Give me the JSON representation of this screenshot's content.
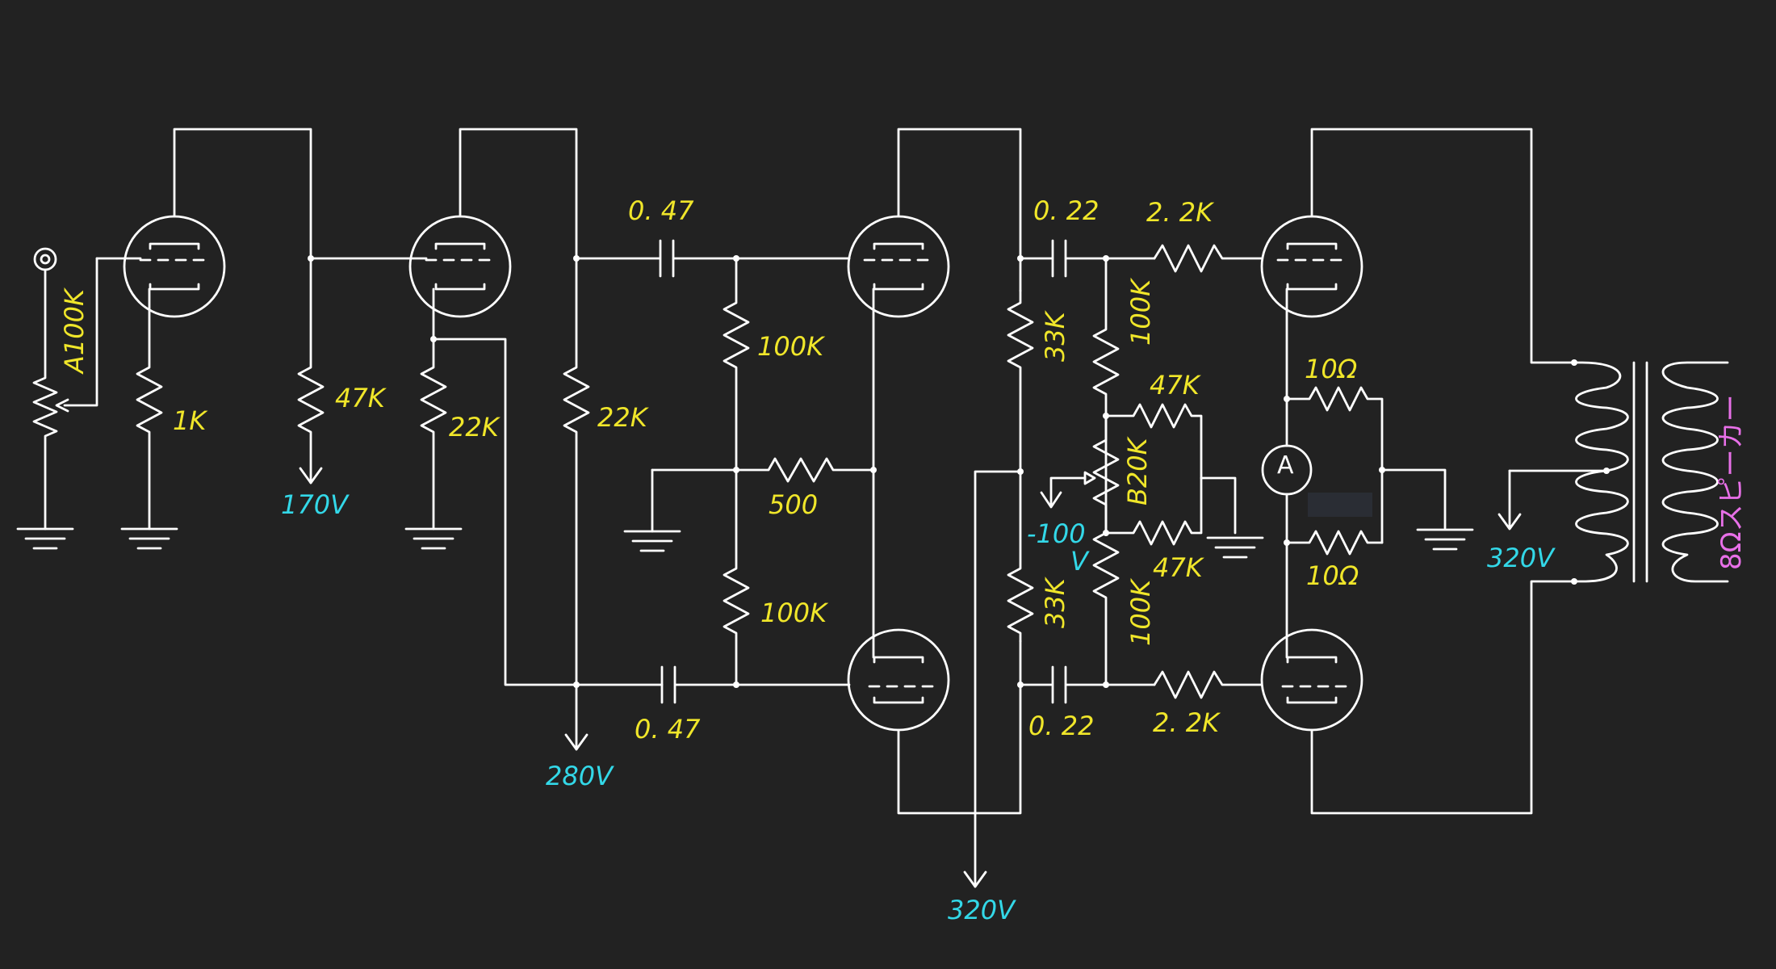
{
  "colors": {
    "background": "#222222",
    "wire": "#ffffff",
    "component_value": "#f0e62a",
    "voltage": "#33d8e8",
    "speaker": "#e870e8"
  },
  "labels": {
    "volume_pot": "A100K",
    "r_cathode_1": "1K",
    "r_load_1": "47K",
    "v_supply_1": "170V",
    "r_cathode_2": "22K",
    "r_load_2": "22K",
    "v_supply_2": "280V",
    "c_coupling_top": "0. 47",
    "c_coupling_bottom": "0. 47",
    "r_grid_top": "100K",
    "r_tail": "500",
    "r_grid_bottom": "100K",
    "r_load_driver_top": "33K",
    "r_load_driver_bottom": "33K",
    "v_supply_3": "320V",
    "c_output_top": "0. 22",
    "c_output_bottom": "0. 22",
    "r_stopper_top": "2. 2K",
    "r_stopper_bottom": "2. 2K",
    "r_bias_top": "100K",
    "r_bias_bottom": "100K",
    "r_balance_top": "47K",
    "r_balance_bottom": "47K",
    "balance_pot": "B20K",
    "bias_voltage_value": "-100",
    "bias_voltage_unit": "V",
    "r_cathode_top": "10Ω",
    "r_cathode_bottom": "10Ω",
    "meter": "A",
    "v_supply_4": "320V",
    "speaker": "8Ωスピーカー"
  }
}
